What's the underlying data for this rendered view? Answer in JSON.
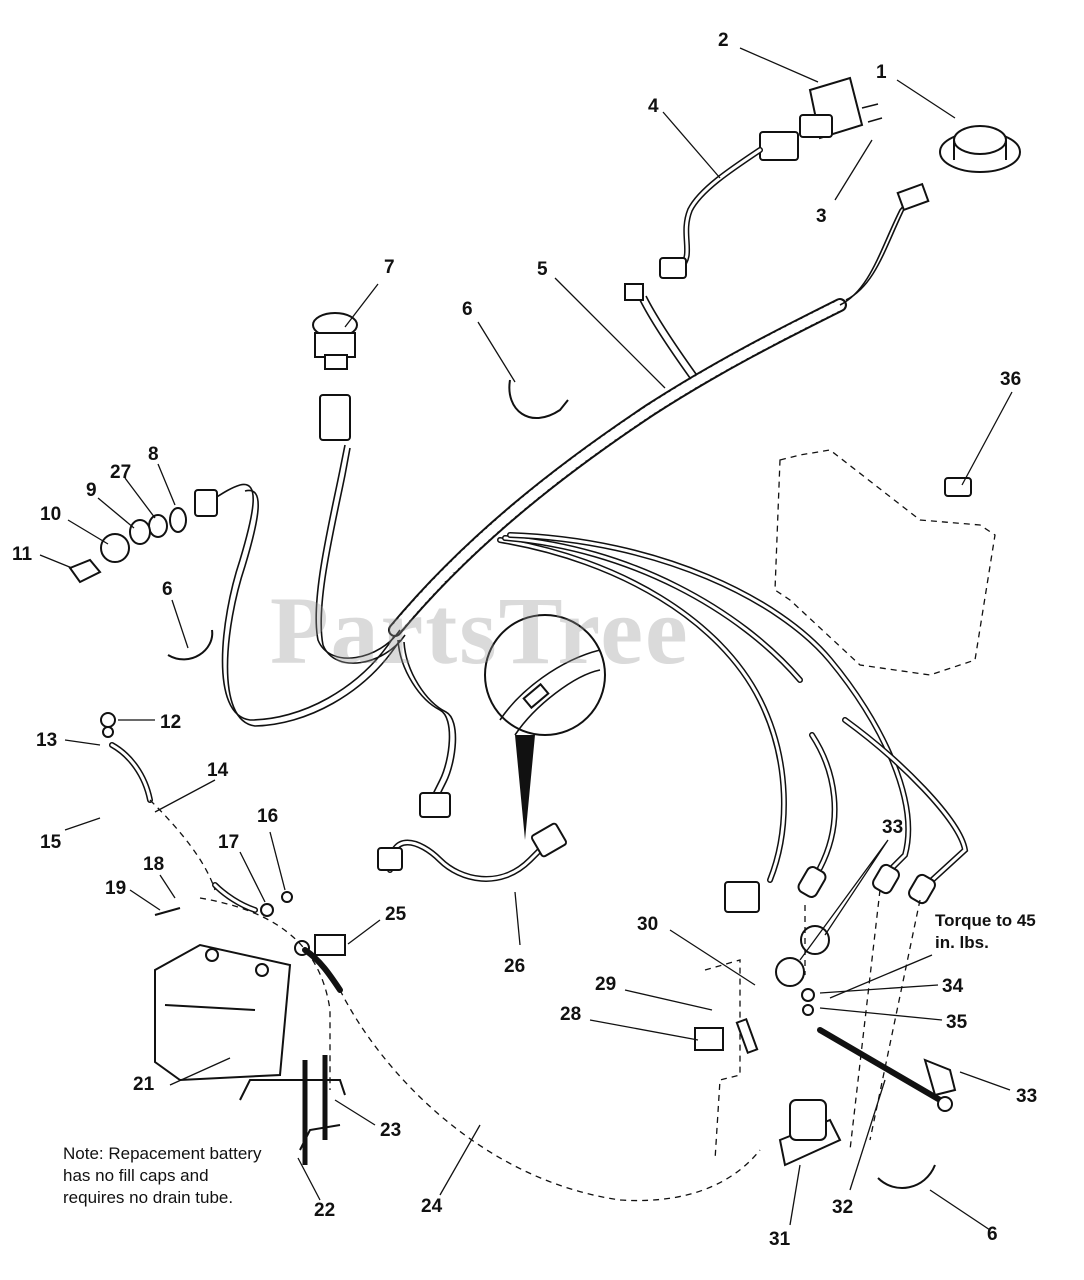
{
  "watermark": "PartsTree",
  "note": "Note: Repacement battery has no fill caps and requires no drain tube.",
  "torque_note": "Torque to 45 in. lbs.",
  "callouts": {
    "c1": "1",
    "c2": "2",
    "c3": "3",
    "c4": "4",
    "c5": "5",
    "c6a": "6",
    "c6b": "6",
    "c6c": "6",
    "c7": "7",
    "c8": "8",
    "c9": "9",
    "c10": "10",
    "c11": "11",
    "c12": "12",
    "c13": "13",
    "c14": "14",
    "c15": "15",
    "c16": "16",
    "c17": "17",
    "c18": "18",
    "c19": "19",
    "c21": "21",
    "c22": "22",
    "c23": "23",
    "c24": "24",
    "c25": "25",
    "c26": "26",
    "c27": "27",
    "c28": "28",
    "c29": "29",
    "c30": "30",
    "c31": "31",
    "c32": "32",
    "c33a": "33",
    "c33b": "33",
    "c34": "34",
    "c35": "35",
    "c36": "36"
  }
}
